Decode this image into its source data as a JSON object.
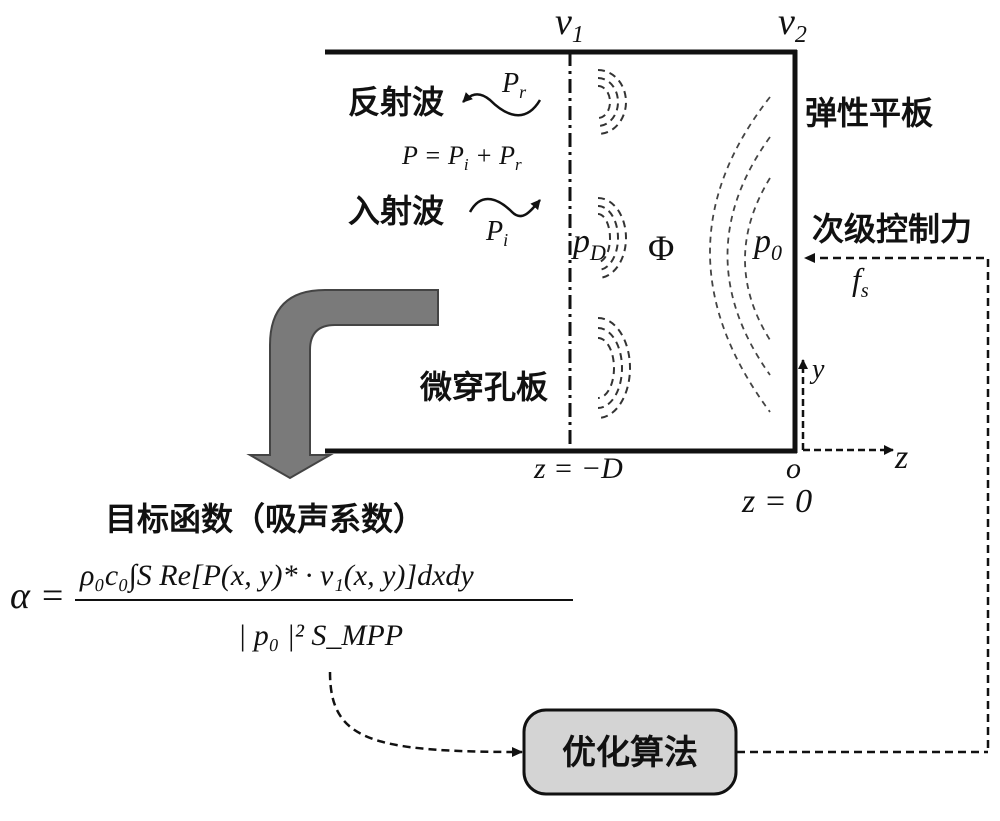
{
  "labels": {
    "v1_base": "v",
    "v1_sub": "1",
    "v2_base": "v",
    "v2_sub": "2",
    "elastic_plate": "弹性平板",
    "reflected_wave": "反射波",
    "incident_wave": "入射波",
    "pr_base": "P",
    "pr_sub": "r",
    "pi_base": "P",
    "pi_sub": "i",
    "p_equation": "P = P",
    "p_equation_i": "i",
    "p_equation_plus": " + P",
    "p_equation_r": "r",
    "pD_base": "p",
    "pD_sub": "D",
    "phi": "Φ",
    "p0_base": "p",
    "p0_sub": "0",
    "secondary_force": "次级控制力",
    "fs_base": "f",
    "fs_sub": "s",
    "mpp": "微穿孔板",
    "y_axis": "y",
    "z_axis": "z",
    "origin": "o",
    "z_minus_D": "z = −D",
    "z_zero": "z = 0",
    "objective_title": "目标函数（吸声系数）",
    "alpha": "α =",
    "formula_numerator": "ρ₀c₀∫S Re[P(x, y)* · v₁(x, y)]dxdy",
    "formula_denominator": "| p₀ |² S_MPP",
    "optimizer": "优化算法"
  }
}
